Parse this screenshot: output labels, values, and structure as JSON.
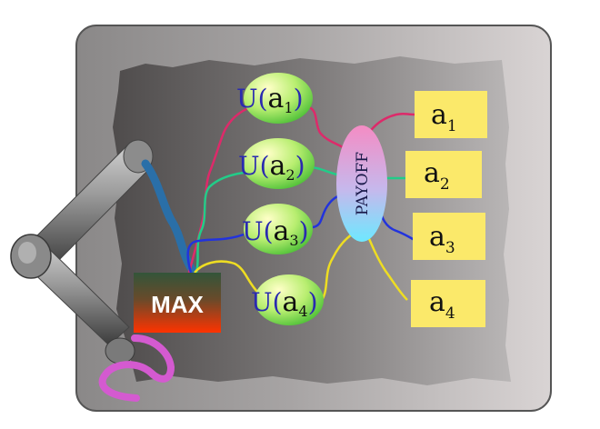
{
  "utility_nodes": [
    {
      "prefix": "U(",
      "base": "a",
      "sub": "1",
      "suffix": ")"
    },
    {
      "prefix": "U(",
      "base": "a",
      "sub": "2",
      "suffix": ")"
    },
    {
      "prefix": "U(",
      "base": "a",
      "sub": "3",
      "suffix": ")"
    },
    {
      "prefix": "U(",
      "base": "a",
      "sub": "4",
      "suffix": ")"
    }
  ],
  "payoff_label": "PAYOFF",
  "max_label": "MAX",
  "action_boxes": [
    {
      "base": "a",
      "sub": "1"
    },
    {
      "base": "a",
      "sub": "2"
    },
    {
      "base": "a",
      "sub": "3"
    },
    {
      "base": "a",
      "sub": "4"
    }
  ],
  "colors": {
    "wire_1": "#dd2a6a",
    "wire_2": "#22cc88",
    "wire_3": "#2233dd",
    "wire_4": "#eedd22",
    "action_box": "#fbe96a",
    "max_top": "#3b5c3a",
    "max_bottom": "#ff3300",
    "utility_text": "#2a2ab0",
    "payoff_text": "#1a1a4a"
  }
}
